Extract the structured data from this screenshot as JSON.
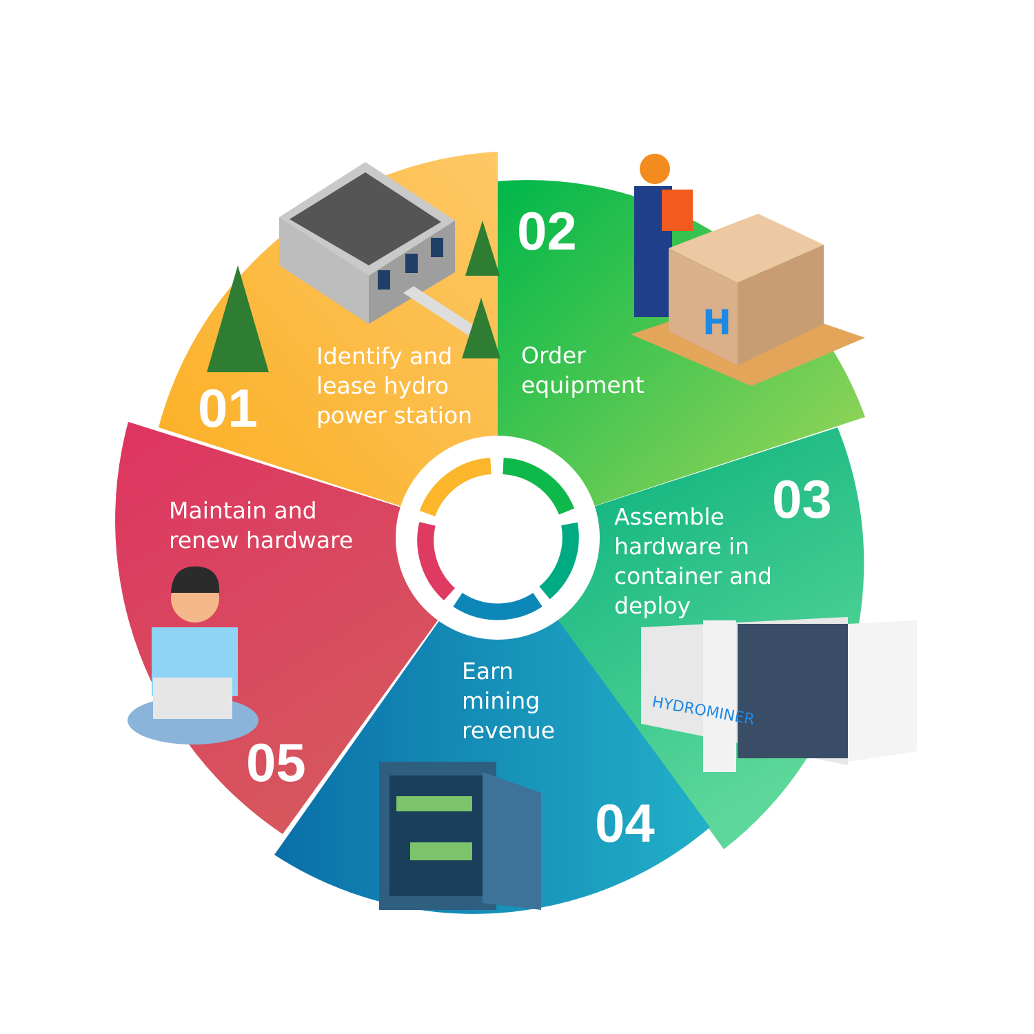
{
  "title": "Hydrominer process cycle",
  "steps": [
    {
      "number": "01",
      "label": "Identify and\nlease hydro\npower station",
      "color": "#fbb62c"
    },
    {
      "number": "02",
      "label": "Order\nequipment",
      "color": "#0fb84a"
    },
    {
      "number": "03",
      "label": "Assemble\nhardware in\ncontainer and\ndeploy",
      "color": "#00b888"
    },
    {
      "number": "04",
      "label": "Earn\nmining\nrevenue",
      "color": "#0d86b8"
    },
    {
      "number": "05",
      "label": "Maintain and\nrenew hardware",
      "color": "#de3a62"
    }
  ],
  "brand": {
    "logo_text": "HYDROMINER"
  }
}
